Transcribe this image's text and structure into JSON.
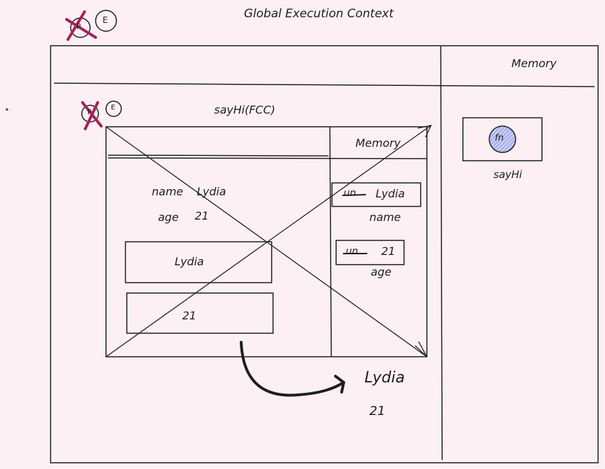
{
  "title": "Global Execution Context",
  "global": {
    "phase_p": "P",
    "phase_e": "E",
    "memory_header": "Memory",
    "memory_value": "fn",
    "memory_label": "sayHi"
  },
  "function_ctx": {
    "title": "sayHi(FCC)",
    "phase_p": "P",
    "phase_e": "E",
    "memory_header": "Memory",
    "name_label": "name",
    "name_value": "Lydia",
    "age_label": "age",
    "age_value": "21",
    "box1_value": "Lydia",
    "box2_value": "21",
    "mem_name_old": "un",
    "mem_name_value": "Lydia",
    "mem_name_label": "name",
    "mem_age_old": "un",
    "mem_age_value": "21",
    "mem_age_label": "age"
  },
  "output": {
    "line1": "Lydia",
    "line2": "21"
  },
  "colors": {
    "background": "#fdf0f4",
    "stroke": "#1e1e1e",
    "cross": "#a4225a",
    "fn_fill": "#c7cdf5"
  }
}
